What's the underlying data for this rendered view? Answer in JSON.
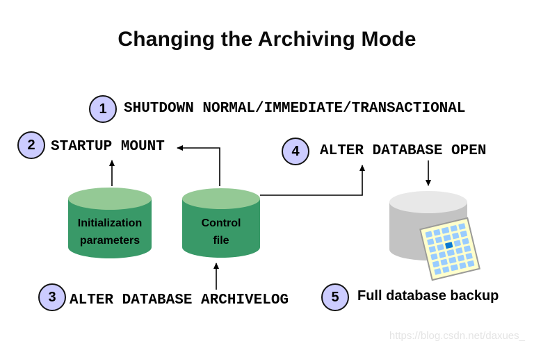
{
  "title": "Changing the Archiving Mode",
  "watermark": "https://blog.csdn.net/daxues_",
  "steps": [
    {
      "num": "1",
      "label": "SHUTDOWN NORMAL/IMMEDIATE/TRANSACTIONAL"
    },
    {
      "num": "2",
      "label": "STARTUP MOUNT"
    },
    {
      "num": "3",
      "label": "ALTER DATABASE ARCHIVELOG"
    },
    {
      "num": "4",
      "label": "ALTER DATABASE OPEN"
    },
    {
      "num": "5",
      "label": "Full database backup"
    }
  ],
  "cylinders": {
    "init_params": {
      "line1": "Initialization",
      "line2": "parameters"
    },
    "control_file": {
      "line1": "Control",
      "line2": "file"
    }
  },
  "grid": {
    "cols": 5,
    "rows": 6,
    "highlight_index": 12
  },
  "colors": {
    "step_circle_fill": "#ccccff",
    "cylinder_green_body": "#399968",
    "cylinder_green_top": "#94c995",
    "cylinder_gray_body": "#c3c3c3",
    "cylinder_gray_top": "#e8e8e8",
    "grid_bg": "#ffffcc",
    "grid_border": "#9a9a9a",
    "grid_cell": "#99ccff",
    "grid_cell_active": "#0b7ad1",
    "connector": "#000000"
  }
}
